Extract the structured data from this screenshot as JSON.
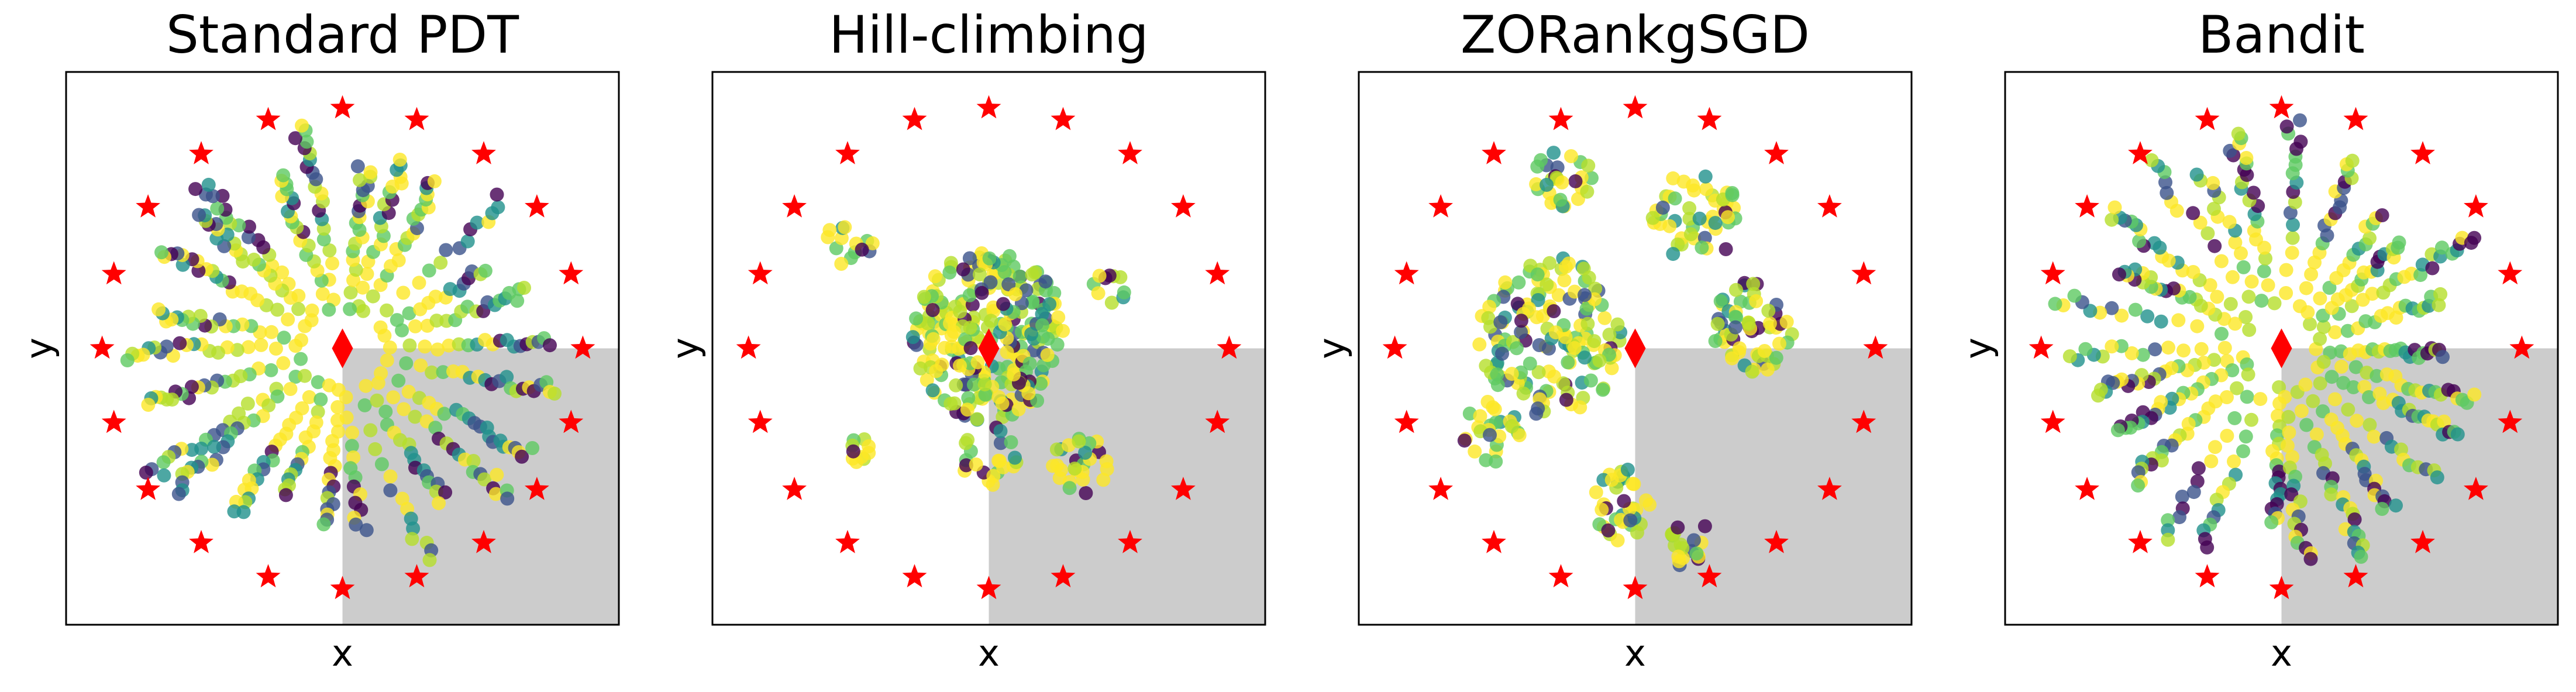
{
  "chart_data": [
    {
      "type": "scatter",
      "title": "Standard PDT",
      "xlabel": "x",
      "ylabel": "y",
      "xlim": [
        -1.15,
        1.15
      ],
      "ylim": [
        -1.15,
        1.15
      ],
      "grid": false,
      "shaded_region": {
        "x": [
          0,
          1.15
        ],
        "y": [
          -1.15,
          0
        ],
        "color": "#cccccc"
      },
      "spread": "radial",
      "seed": 11,
      "clusters": []
    },
    {
      "type": "scatter",
      "title": "Hill-climbing",
      "xlabel": "x",
      "ylabel": "y",
      "xlim": [
        -1.15,
        1.15
      ],
      "ylim": [
        -1.15,
        1.15
      ],
      "grid": false,
      "shaded_region": {
        "x": [
          0,
          1.15
        ],
        "y": [
          -1.15,
          0
        ],
        "color": "#cccccc"
      },
      "spread": "clusters",
      "seed": 23,
      "clusters": [
        {
          "x": 0.0,
          "y": 0.05,
          "r": 0.32,
          "n": 260
        },
        {
          "x": -0.58,
          "y": 0.45,
          "r": 0.1,
          "n": 14
        },
        {
          "x": 0.5,
          "y": 0.25,
          "r": 0.07,
          "n": 10
        },
        {
          "x": -0.55,
          "y": -0.42,
          "r": 0.07,
          "n": 10
        },
        {
          "x": 0.38,
          "y": -0.48,
          "r": 0.12,
          "n": 26
        },
        {
          "x": 0.0,
          "y": -0.45,
          "r": 0.12,
          "n": 22
        }
      ]
    },
    {
      "type": "scatter",
      "title": "ZORankgSGD",
      "xlabel": "x",
      "ylabel": "y",
      "xlim": [
        -1.15,
        1.15
      ],
      "ylim": [
        -1.15,
        1.15
      ],
      "grid": false,
      "shaded_region": {
        "x": [
          0,
          1.15
        ],
        "y": [
          -1.15,
          0
        ],
        "color": "#cccccc"
      },
      "spread": "clusters",
      "seed": 37,
      "clusters": [
        {
          "x": -0.35,
          "y": 0.05,
          "r": 0.3,
          "n": 150
        },
        {
          "x": 0.5,
          "y": 0.1,
          "r": 0.18,
          "n": 60
        },
        {
          "x": 0.25,
          "y": 0.55,
          "r": 0.18,
          "n": 48
        },
        {
          "x": -0.3,
          "y": 0.7,
          "r": 0.12,
          "n": 28
        },
        {
          "x": -0.6,
          "y": -0.35,
          "r": 0.12,
          "n": 26
        },
        {
          "x": -0.05,
          "y": -0.65,
          "r": 0.14,
          "n": 36
        },
        {
          "x": 0.22,
          "y": -0.8,
          "r": 0.1,
          "n": 20
        }
      ]
    },
    {
      "type": "scatter",
      "title": "Bandit",
      "xlabel": "x",
      "ylabel": "y",
      "xlim": [
        -1.15,
        1.15
      ],
      "ylim": [
        -1.15,
        1.15
      ],
      "grid": false,
      "shaded_region": {
        "x": [
          0,
          1.15
        ],
        "y": [
          -1.15,
          0
        ],
        "color": "#cccccc"
      },
      "spread": "radial",
      "seed": 53,
      "clusters": []
    }
  ],
  "goals": {
    "marker": "star",
    "color": "#ff0000",
    "radius": 1.0,
    "count": 20
  },
  "start": {
    "marker": "diamond",
    "color": "#ff0000",
    "x": 0.0,
    "y": 0.0
  },
  "colormap": [
    "#440154",
    "#3b528b",
    "#21918c",
    "#5ec962",
    "#b5de2b",
    "#fde725"
  ]
}
